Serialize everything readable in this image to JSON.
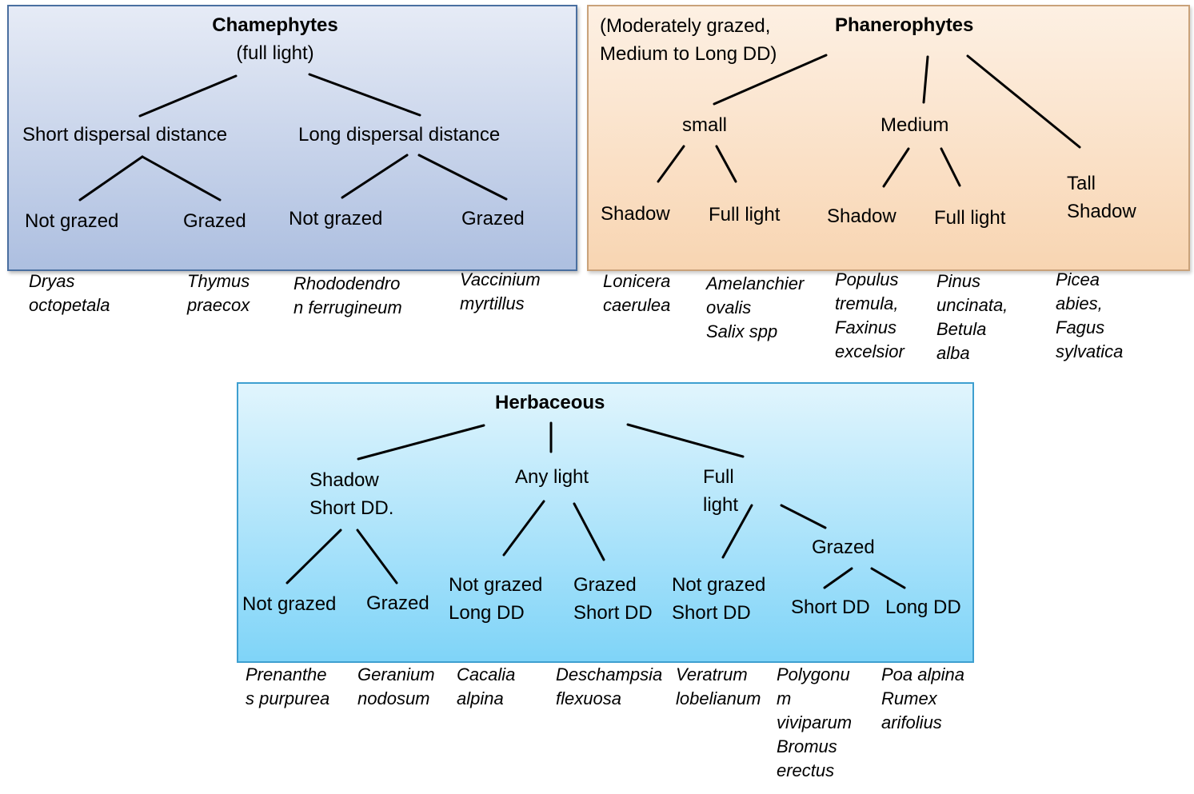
{
  "chamephytes": {
    "title": "Chamephytes",
    "subtitle": "(full light)",
    "short_dd": "Short dispersal distance",
    "long_dd": "Long dispersal distance",
    "short_not_grazed": "Not grazed",
    "short_grazed": "Grazed",
    "long_not_grazed": "Not grazed",
    "long_grazed": "Grazed"
  },
  "phanerophytes": {
    "note_line1": "(Moderately grazed,",
    "note_line2": "Medium to Long DD)",
    "title": "Phanerophytes",
    "small": "small",
    "medium": "Medium",
    "small_shadow": "Shadow",
    "small_full_light": "Full light",
    "medium_shadow": "Shadow",
    "medium_full_light": "Full light",
    "tall_line1": "Tall",
    "tall_line2": "Shadow"
  },
  "herbaceous": {
    "title": "Herbaceous",
    "shadow_line1": "Shadow",
    "shadow_line2": "Short DD.",
    "any_light": "Any light",
    "full_line1": "Full",
    "full_line2": "light",
    "shadow_not_grazed": "Not grazed",
    "shadow_grazed": "Grazed",
    "any_ng_line1": "Not grazed",
    "any_ng_line2": "Long DD",
    "any_g_line1": "Grazed",
    "any_g_line2": "Short DD",
    "full_ng_line1": "Not grazed",
    "full_ng_line2": "Short DD",
    "full_grazed": "Grazed",
    "grazed_short_dd": "Short DD",
    "grazed_long_dd": "Long DD"
  },
  "species": {
    "cham": [
      [
        "Dryas",
        "octopetala"
      ],
      [
        "Thymus",
        "praecox"
      ],
      [
        "Rhododendro",
        "n ferrugineum"
      ],
      [
        "Vaccinium",
        "myrtillus"
      ]
    ],
    "phan": [
      [
        "Lonicera",
        "caerulea"
      ],
      [
        "Amelanchier",
        "ovalis",
        "Salix spp"
      ],
      [
        "Populus",
        "tremula,",
        "Faxinus",
        "excelsior"
      ],
      [
        "Pinus",
        "uncinata,",
        "Betula",
        "alba"
      ],
      [
        "Picea",
        "abies,",
        "Fagus",
        "sylvatica"
      ]
    ],
    "herb": [
      [
        "Prenanthe",
        "s purpurea"
      ],
      [
        "Geranium",
        "nodosum"
      ],
      [
        "Cacalia",
        "alpina"
      ],
      [
        "Deschampsia",
        "flexuosa"
      ],
      [
        "Veratrum",
        "lobelianum"
      ],
      [
        "Polygonu",
        "m",
        "viviparum",
        "Bromus",
        "erectus"
      ],
      [
        "Poa alpina",
        "Rumex",
        "arifolius"
      ]
    ]
  },
  "colors": {
    "chamephytes_border": "#4a6fa0",
    "phanerophytes_border": "#c9a27a",
    "herbaceous_border": "#3e9fd0"
  }
}
